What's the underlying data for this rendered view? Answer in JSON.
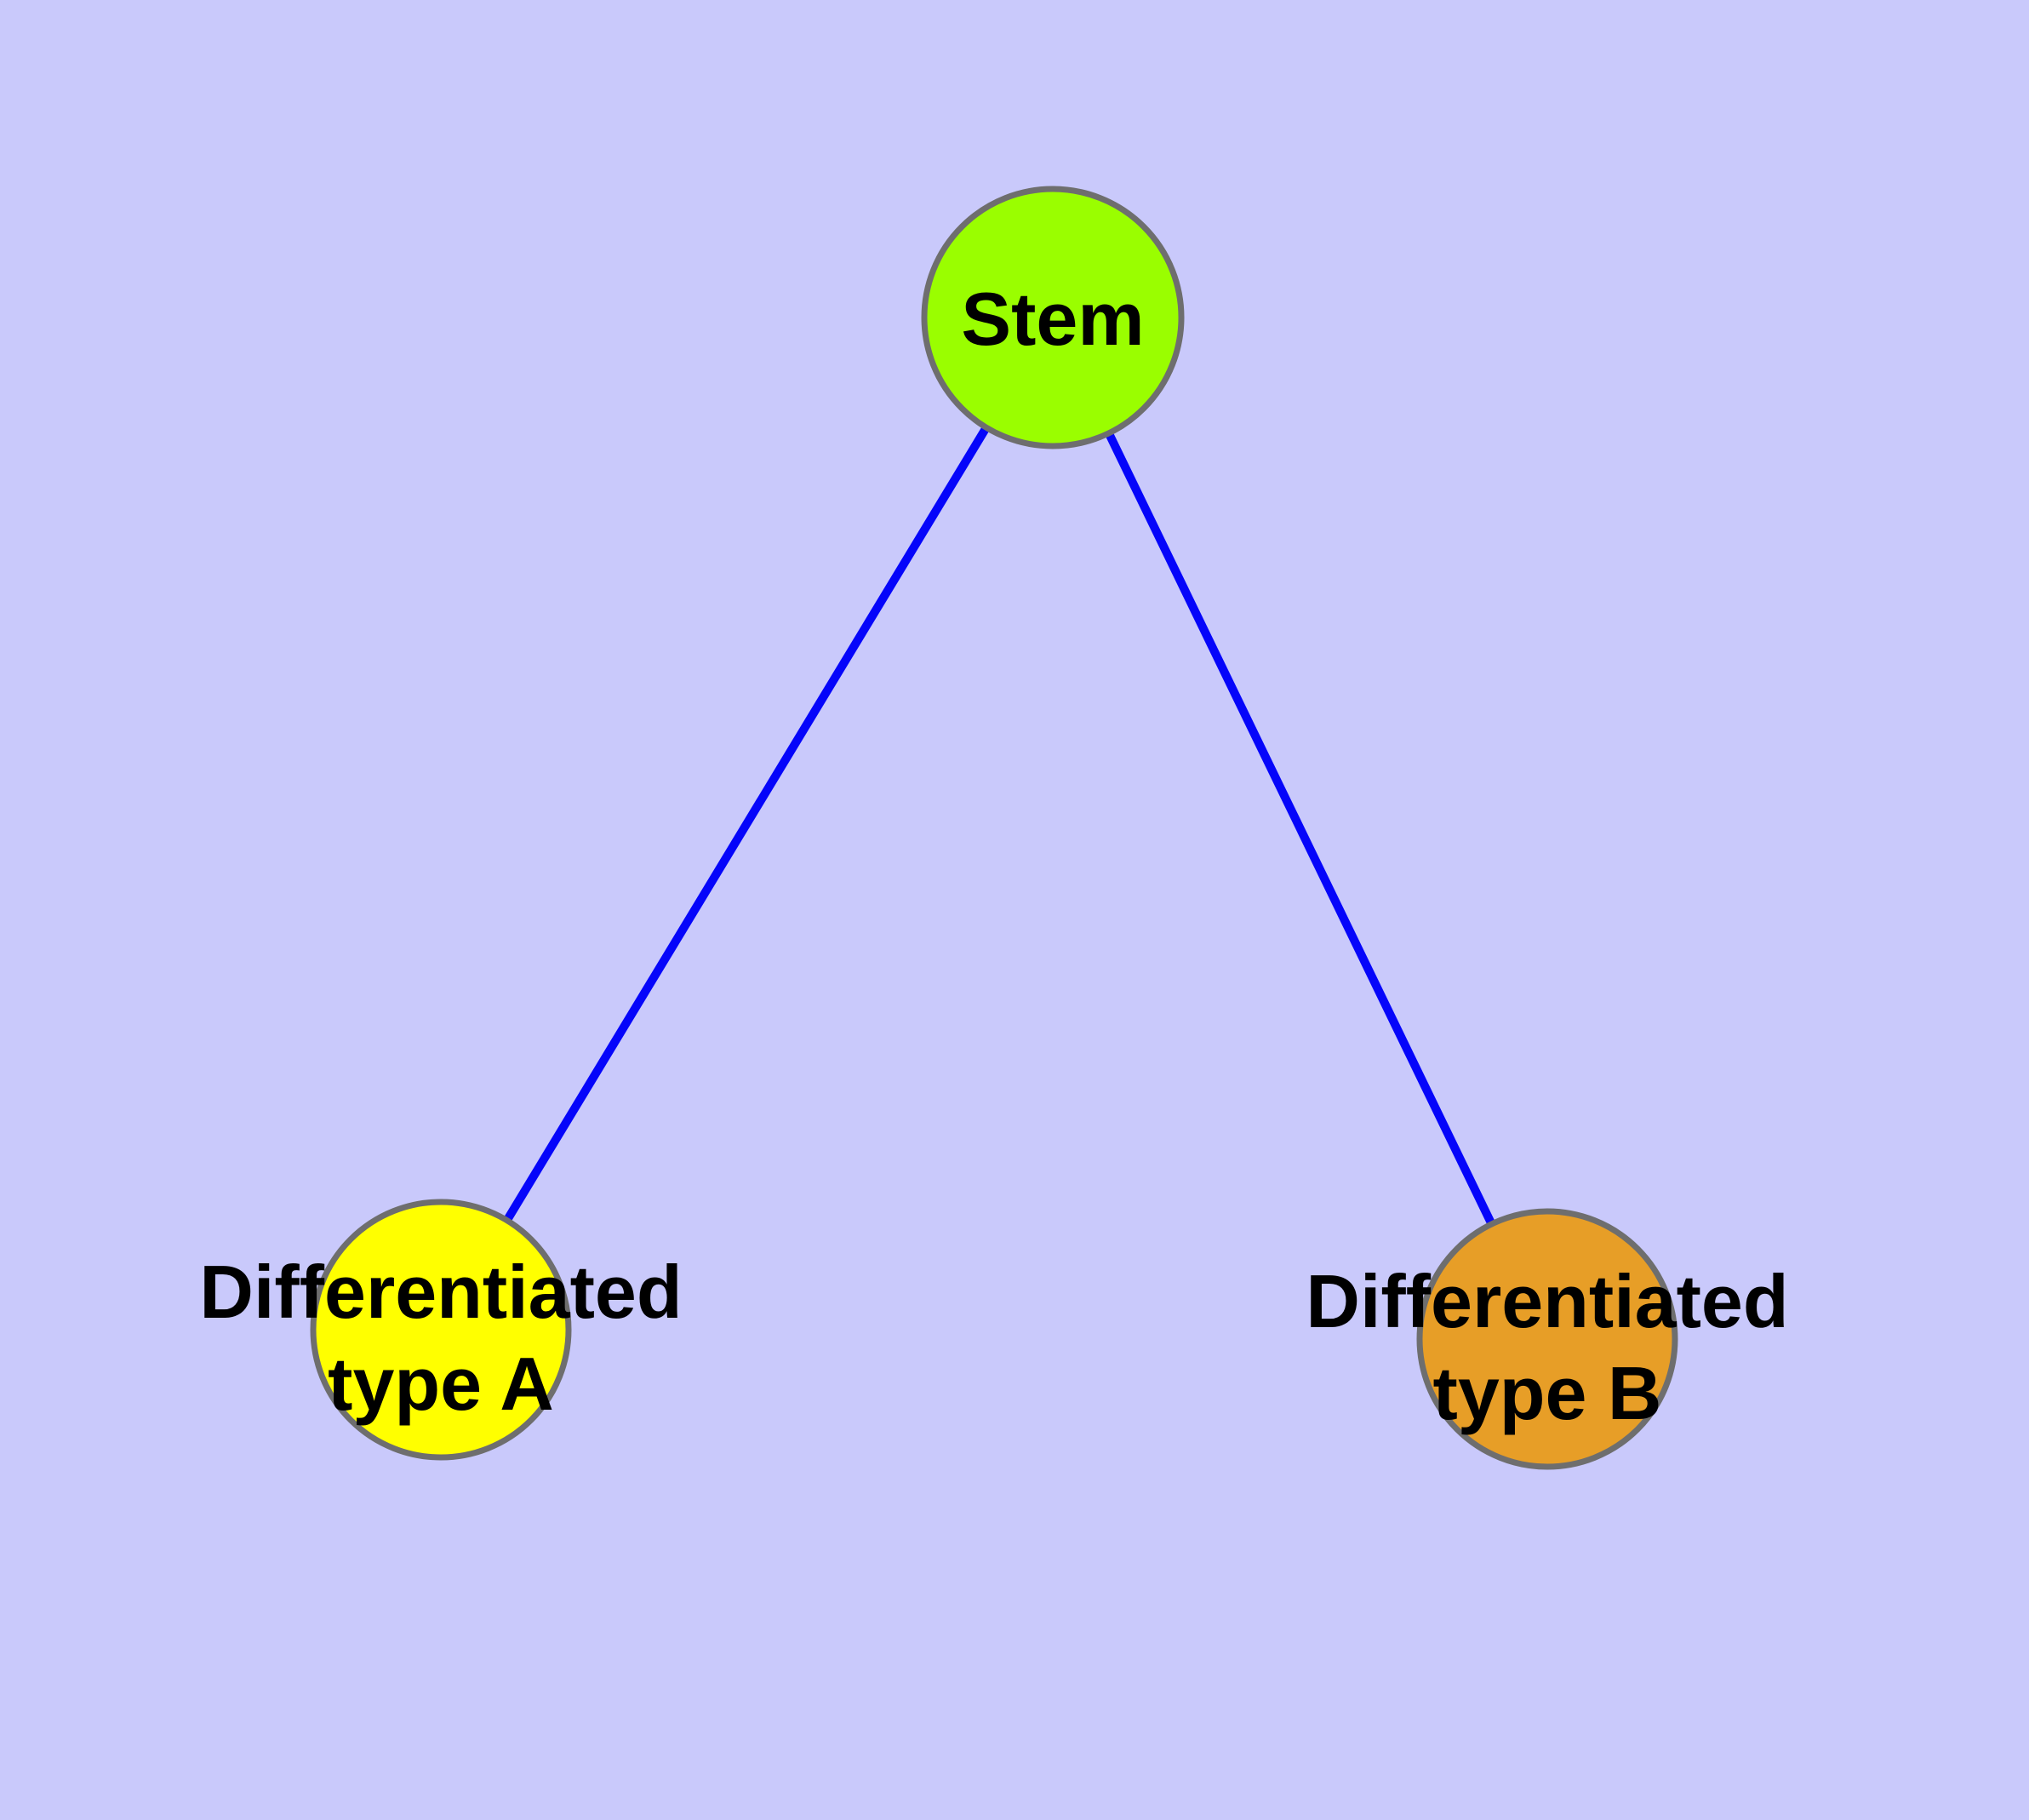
{
  "diagram": {
    "background_color": "#C9C9FB",
    "edge_color": "#0505FA",
    "node_border_color": "#6E6E6E",
    "label_color": "#000000",
    "nodes": [
      {
        "id": "stem",
        "label": "Stem",
        "fill": "#9AFE00",
        "shape": "circle"
      },
      {
        "id": "differentiated-type-a",
        "label": "Differentiated type A",
        "label_lines": [
          "Differentiated",
          "type A"
        ],
        "fill": "#FFFF00",
        "shape": "circle"
      },
      {
        "id": "differentiated-type-b",
        "label": "Differentiated type B",
        "label_lines": [
          "Differentiated",
          "type B"
        ],
        "fill": "#E79E27",
        "shape": "circle"
      }
    ],
    "edges": [
      {
        "from": "Stem",
        "to": "Differentiated type A"
      },
      {
        "from": "Stem",
        "to": "Differentiated type B"
      }
    ]
  }
}
